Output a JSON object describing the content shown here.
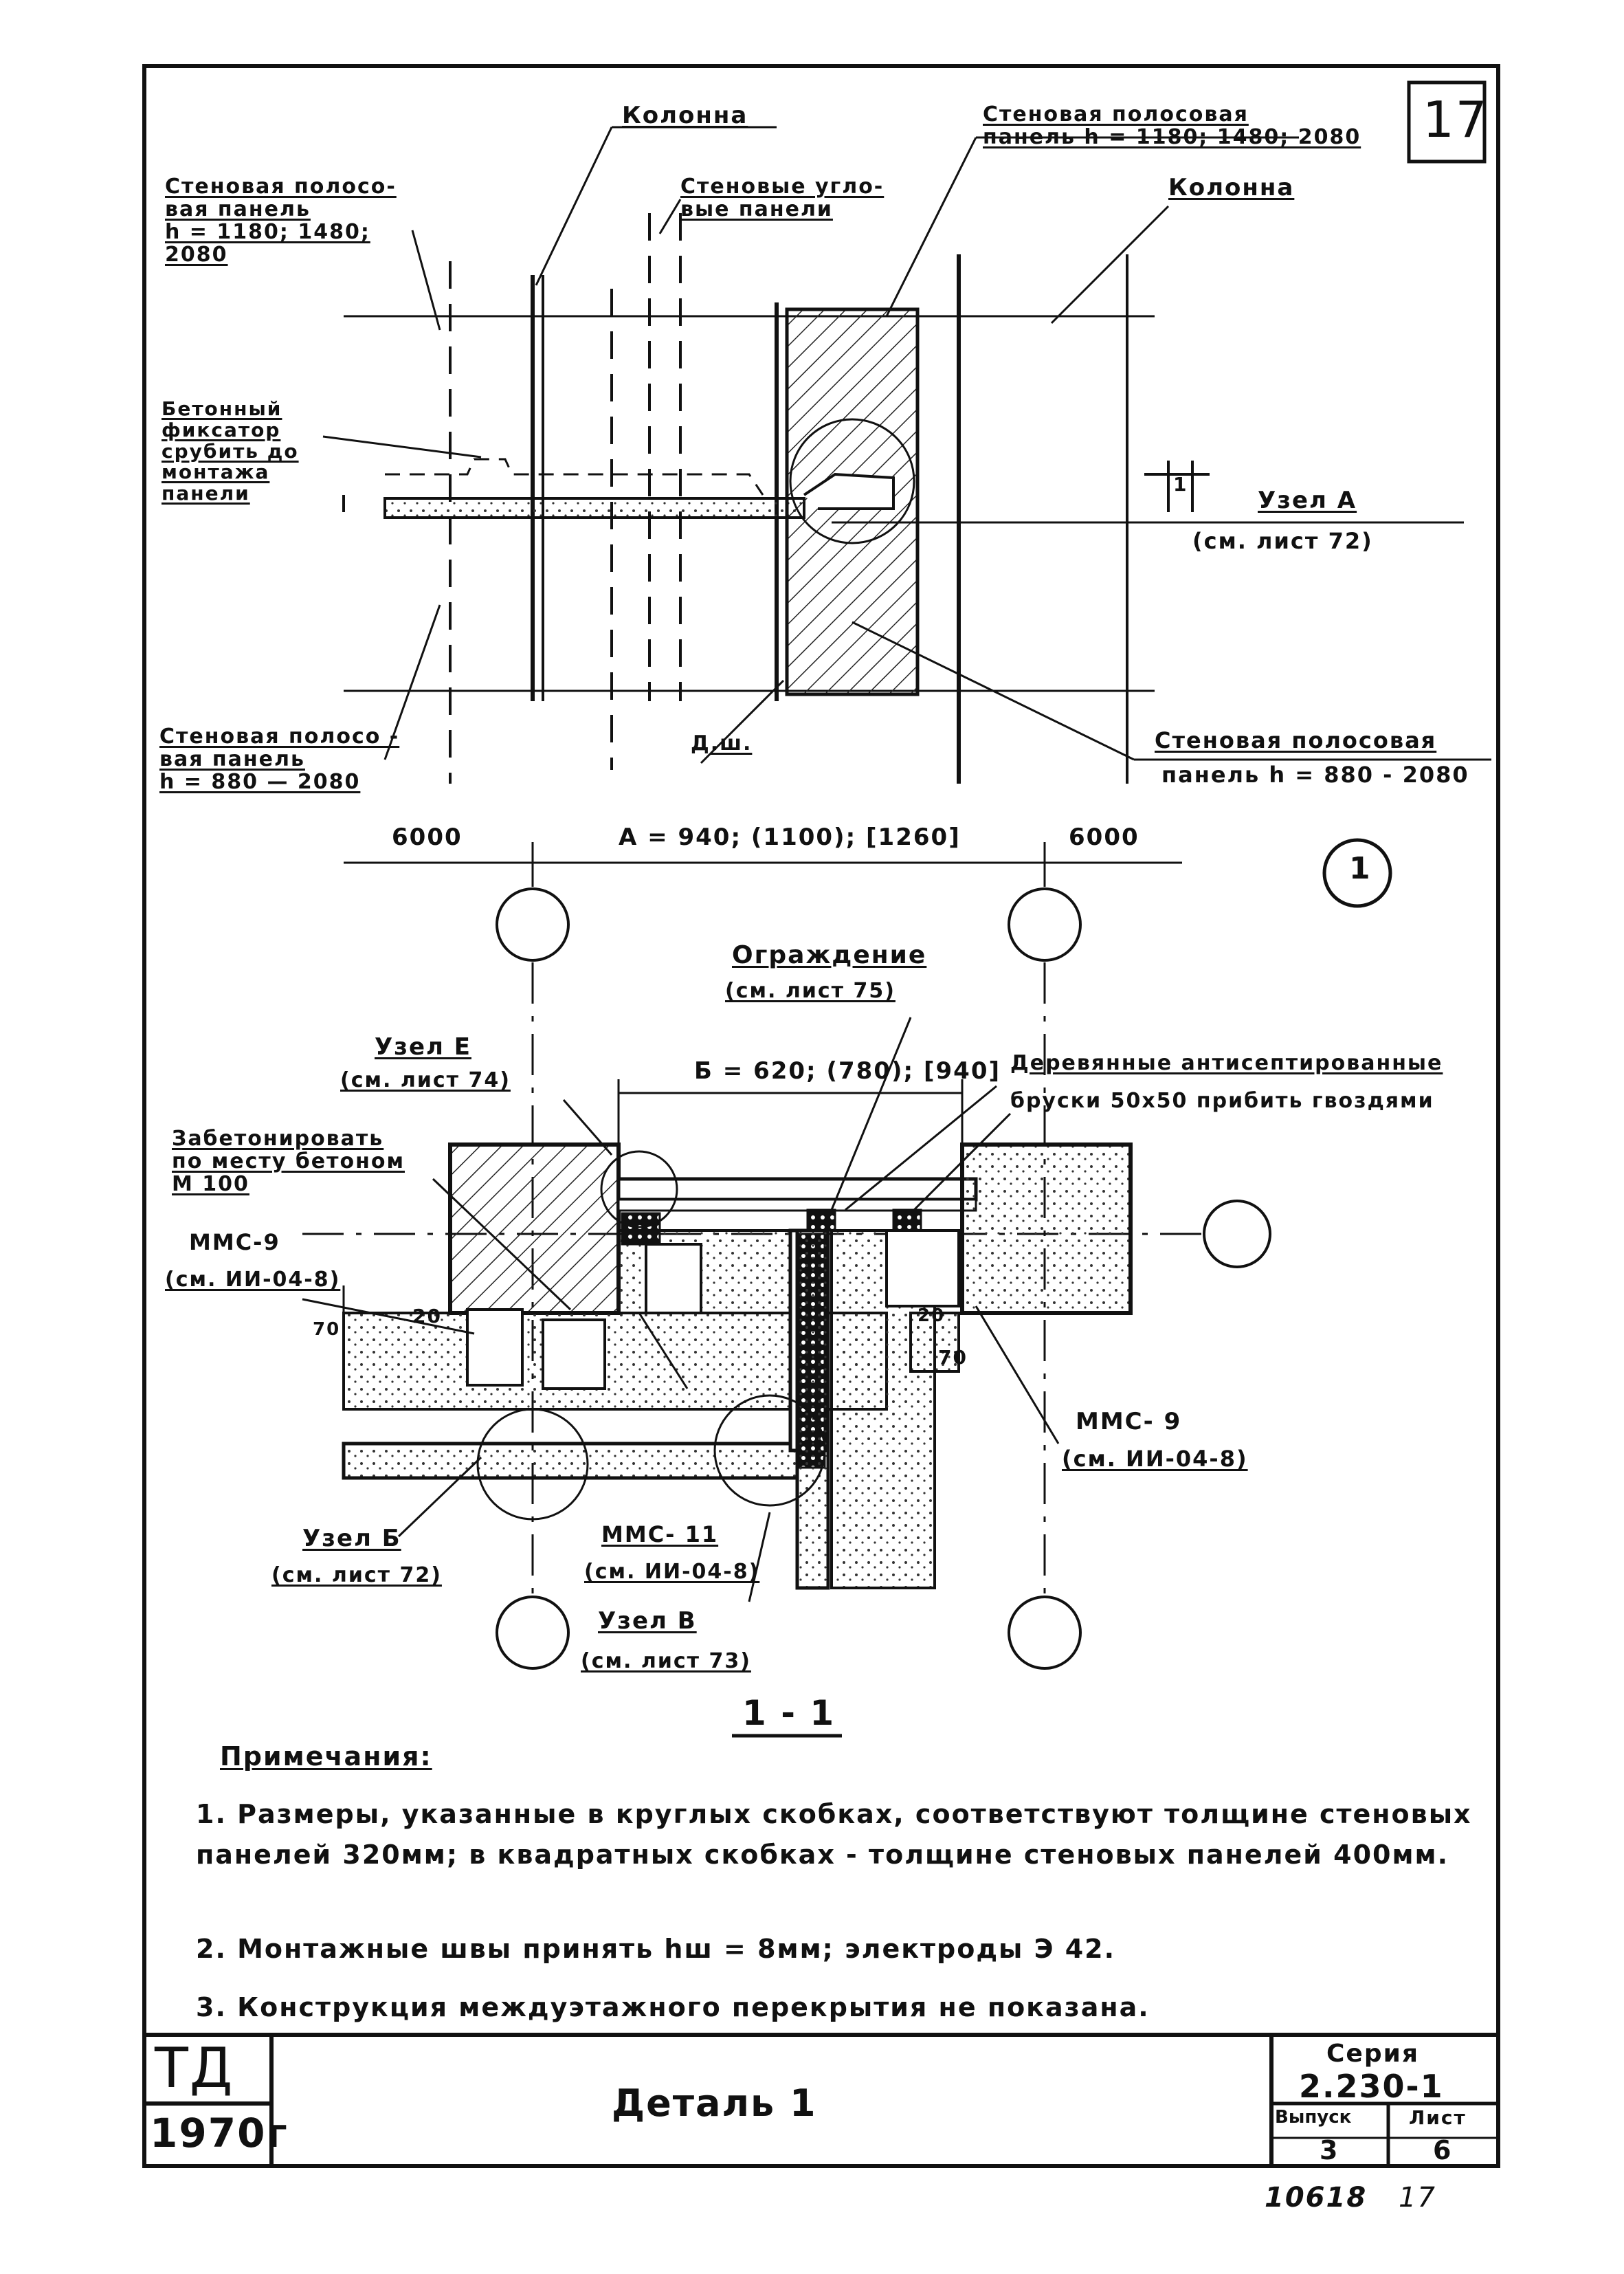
{
  "sheet_number": "17",
  "plan": {
    "kolonna_left": "Колонна",
    "kolonna_right": "Колонна",
    "panel_top_left": "Стеновая полосо-\nвая панель\nh = 1180; 1480; 2080",
    "corner_panels": "Стеновые угло-\nвые панели",
    "panel_top_right": "Стеновая полосовая\nпанель h = 1180; 1480; 2080",
    "concrete_fixer": "Бетонный\nфиксатор\nсрубить до\nмонтажа\nпанели",
    "node_a": "Узел А",
    "node_a_ref": "(см. лист 72)",
    "panel_bottom_left": "Стеновая полосо -\nвая панель\nh = 880 — 2080",
    "dsh": "Д.ш.",
    "panel_bottom_right_1": "Стеновая полосовая",
    "panel_bottom_right_2": "панель   h = 880 - 2080",
    "dim_left": "6000",
    "dim_center": "А = 940; (1100); [1260]",
    "dim_right": "6000",
    "detail_marker": "1",
    "section_mark": "1"
  },
  "section": {
    "fence": "Ограждение",
    "fence_ref": "(см. лист 75)",
    "node_e": "Узел Е",
    "node_e_ref": "(см. лист 74)",
    "dim_b": "Б = 620; (780); [940]",
    "wood_bars_1": "Деревянные антисептированные",
    "wood_bars_2": "бруски 50x50 прибить гвоздями",
    "concrete_fill": "Забетонировать\nпо месту бетоном\nМ 100",
    "mms9_left": "ММС-9",
    "mms9_left_ref": "(см. ИИ-04-8)",
    "dim_70_left": "70",
    "dim_20_left": "20",
    "dim_20_right": "20",
    "dim_70_right": "70",
    "mms9_right": "ММС- 9",
    "mms9_right_ref": "(см. ИИ-04-8)",
    "node_b": "Узел Б",
    "node_b_ref": "(см. лист 72)",
    "mms11": "ММС- 11",
    "mms11_ref": "(см. ИИ-04-8)",
    "node_v": "Узел В",
    "node_v_ref": "(см. лист 73)",
    "section_title": "1 - 1"
  },
  "notes": {
    "heading": "Примечания:",
    "items": [
      "1. Размеры, указанные в круглых скобках, соответствуют толщине стеновых панелей 320мм; в квадратных скобках - толщине стеновых панелей 400мм.",
      "2. Монтажные швы принять hш = 8мм; электроды Э 42.",
      "3. Конструкция междуэтажного перекрытия не показана."
    ]
  },
  "title_block": {
    "org": "ТД",
    "year": "1970г",
    "title": "Деталь 1",
    "series_label": "Серия",
    "series_value": "2.230-1",
    "issue_label": "Выпуск",
    "issue_value": "3",
    "sheet_label": "Лист",
    "sheet_value": "6"
  },
  "footer": {
    "inventory": "10618",
    "page": "17"
  }
}
